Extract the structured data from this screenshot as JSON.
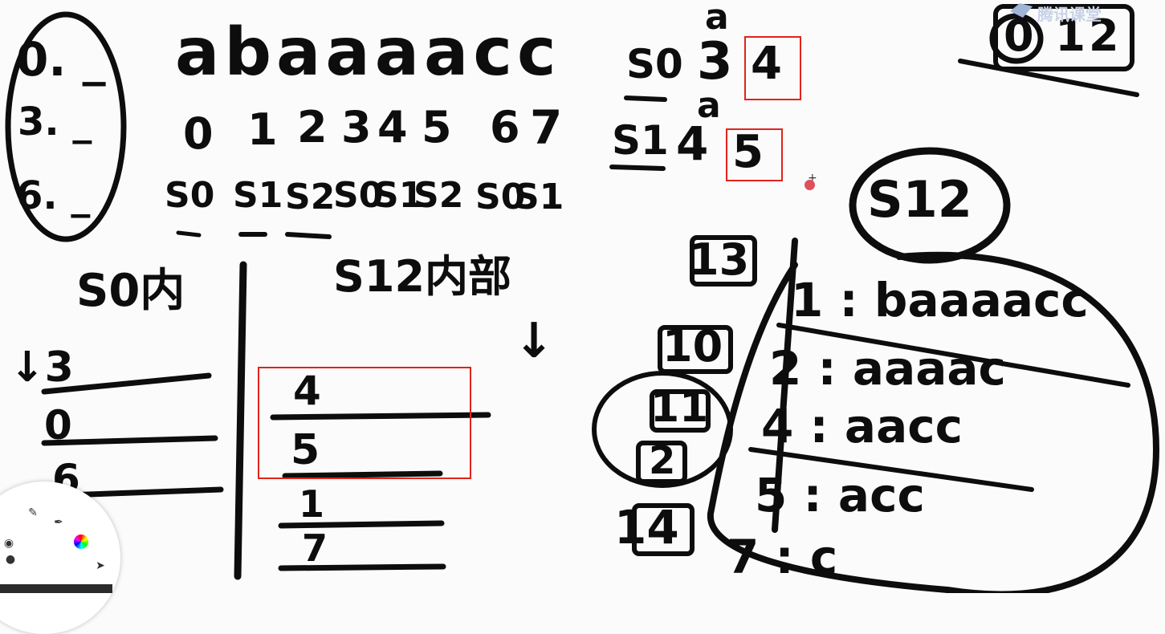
{
  "board": {
    "left_list": [
      "0. _",
      "3. _",
      "6. _"
    ],
    "top_string": "abaaaacc",
    "indices": [
      "0",
      "1",
      "2",
      "3",
      "4",
      "5",
      "6",
      "7"
    ],
    "set_row": [
      "S0",
      "S1",
      "S2",
      "S0",
      "S1",
      "S2",
      "S0",
      "S1"
    ],
    "s0_header": "S0内",
    "s0_values": [
      "↓3",
      "0",
      "6"
    ],
    "s12_header": "S12内部",
    "s12_arrow": "↓",
    "s12_values": [
      "4",
      "5",
      "1",
      "7"
    ],
    "pair_rows": [
      {
        "set": "S0",
        "top_letter": "a",
        "rank": "3",
        "next": "4"
      },
      {
        "set": "S1",
        "top_letter": "a",
        "rank": "4",
        "next": "5"
      }
    ],
    "corner_box": "0 12",
    "s12_label": "S12",
    "rank_list": [
      "13",
      "10",
      "11",
      "2",
      "14"
    ],
    "suffix_list": [
      "1 : baaaacc",
      "2 : aaaac",
      "4 : aacc",
      "5 : acc",
      "7 : c"
    ]
  },
  "watermark": "腾讯课堂",
  "icons": [
    "pen-icon",
    "eraser-icon",
    "color-wheel-icon",
    "cursor-icon",
    "marker-icon",
    "record-icon"
  ],
  "colors": {
    "ink": "#0d0d0d",
    "highlight_box": "#e2231a",
    "background": "#fbfbfb"
  }
}
